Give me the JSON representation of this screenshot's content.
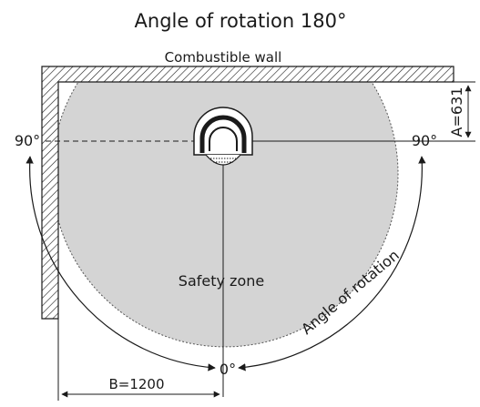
{
  "diagram": {
    "title": "Angle of rotation 180°",
    "wall_label": "Combustible wall",
    "dimension_a": "A=631",
    "angle_left": "90°",
    "angle_right": "90°",
    "angle_bottom": "0°",
    "zone_label": "Safety zone",
    "rotation_label": "Angle of rotation",
    "dimension_b": "B=1200",
    "colors": {
      "zone": "#d4d4d4",
      "line": "#1a1a1a",
      "background": "#ffffff"
    }
  }
}
